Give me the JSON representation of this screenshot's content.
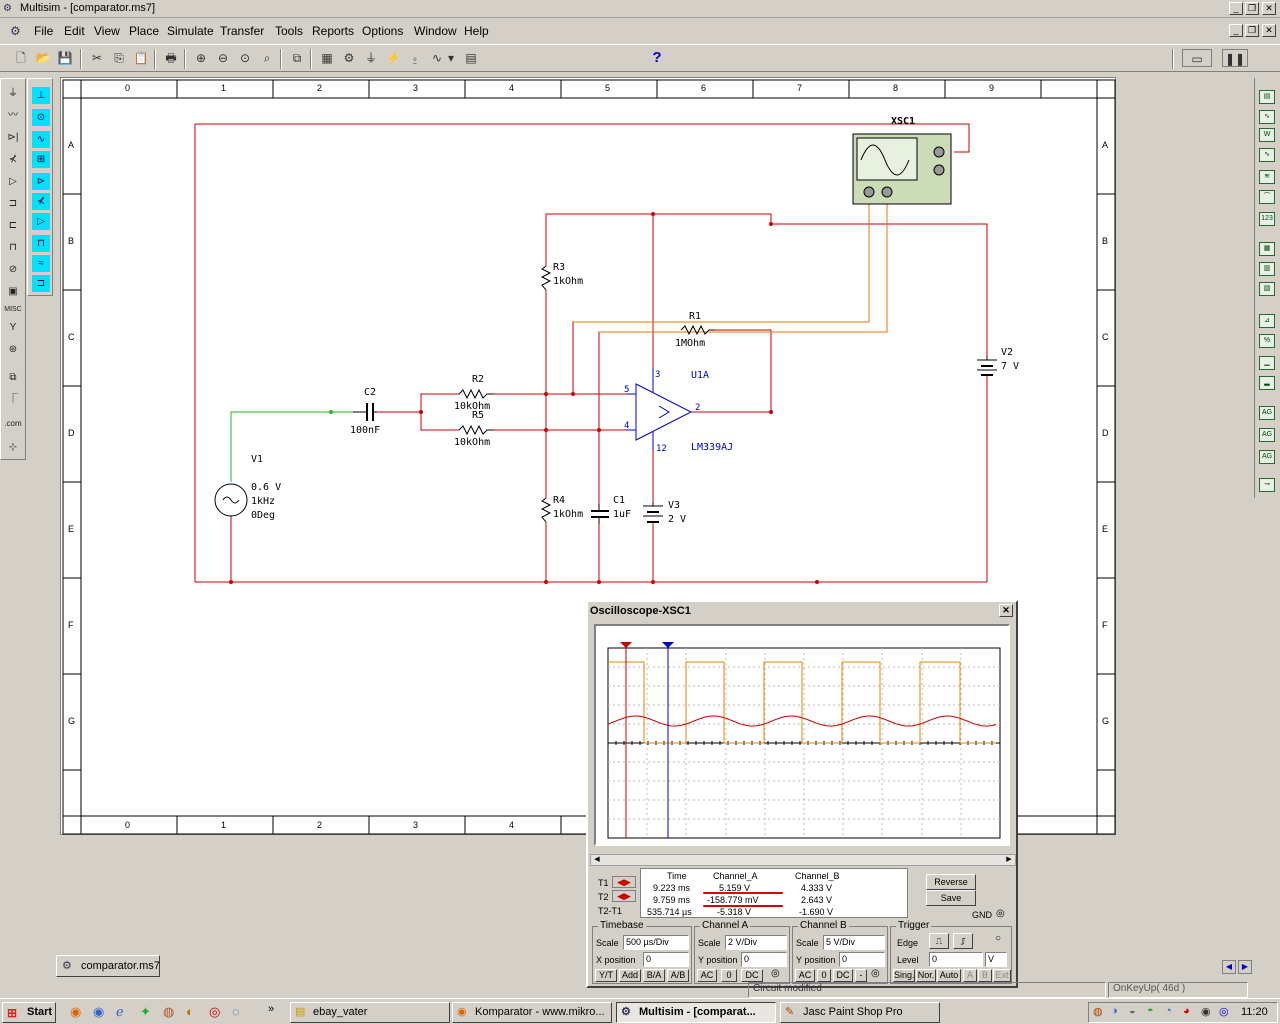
{
  "window": {
    "title": "Multisim - [comparator.ms7]"
  },
  "menu": [
    "File",
    "Edit",
    "View",
    "Place",
    "Simulate",
    "Transfer",
    "Tools",
    "Reports",
    "Options",
    "Window",
    "Help"
  ],
  "canvas": {
    "col_labels": [
      "0",
      "1",
      "2",
      "3",
      "4",
      "5",
      "6",
      "7",
      "8",
      "9"
    ],
    "row_labels": [
      "A",
      "B",
      "C",
      "D",
      "E",
      "F",
      "G"
    ],
    "bottom_col_labels": [
      "0",
      "1",
      "2",
      "3",
      "4"
    ],
    "components": {
      "xsc1": "XSC1",
      "r3": "R3",
      "r3_val": "1kOhm",
      "r1": "R1",
      "r1_val": "1MOhm",
      "r2": "R2",
      "r2_val": "10kOhm",
      "r5": "R5",
      "r5_val": "10kOhm",
      "r4": "R4",
      "r4_val": "1kOhm",
      "c2": "C2",
      "c2_val": "100nF",
      "c1": "C1",
      "c1_val": "1uF",
      "v1": "V1",
      "v1_amp": "0.6 V",
      "v1_freq": "1kHz",
      "v1_phase": "0Deg",
      "v2": "V2",
      "v2_val": "7 V",
      "v3": "V3",
      "v3_val": "2 V",
      "u1a": "U1A",
      "u1a_part": "LM339AJ",
      "pin3": "3",
      "pin5": "5",
      "pin4": "4",
      "pin2": "2",
      "pin12": "12"
    }
  },
  "oscilloscope": {
    "title": "Oscilloscope-XSC1",
    "readout_headers": {
      "time": "Time",
      "cha": "Channel_A",
      "chb": "Channel_B"
    },
    "rows": [
      {
        "label": "T1",
        "time": "9.223 ms",
        "cha": "5.159 V",
        "chb": "4.333 V"
      },
      {
        "label": "T2",
        "time": "9.759 ms",
        "cha": "-158.779 mV",
        "chb": "2.643 V"
      },
      {
        "label": "T2-T1",
        "time": "535.714 µs",
        "cha": "-5.318 V",
        "chb": "-1.690 V"
      }
    ],
    "reverse": "Reverse",
    "save": "Save",
    "gnd": "GND",
    "timebase": {
      "title": "Timebase",
      "scale_label": "Scale",
      "scale": "500 µs/Div",
      "xpos_label": "X position",
      "xpos": "0",
      "buttons": [
        "Y/T",
        "Add",
        "B/A",
        "A/B"
      ]
    },
    "channel_a": {
      "title": "Channel A",
      "scale_label": "Scale",
      "scale": "2  V/Div",
      "ypos_label": "Y position",
      "ypos": "0",
      "buttons": [
        "AC",
        "0",
        "DC"
      ]
    },
    "channel_b": {
      "title": "Channel B",
      "scale_label": "Scale",
      "scale": "5  V/Div",
      "ypos_label": "Y position",
      "ypos": "0",
      "buttons": [
        "AC",
        "0",
        "DC",
        "-"
      ]
    },
    "trigger": {
      "title": "Trigger",
      "edge_label": "Edge",
      "level_label": "Level",
      "level": "0",
      "unit": "V",
      "buttons": [
        "Sing.",
        "Nor.",
        "Auto",
        "A",
        "B",
        "Ext"
      ]
    },
    "colors": {
      "channel_a": "#cc0000",
      "channel_b": "#e08a00",
      "cursor1": "#cc0000",
      "cursor2": "#0000cc"
    }
  },
  "doc_tab": "comparator.ms7",
  "status": {
    "left": "Circuit modified",
    "right": "OnKeyUp( 46d )"
  },
  "taskbar": {
    "start": "Start",
    "tasks": [
      "ebay_vater",
      "Komparator - www.mikro...",
      "Multisim - [comparat...",
      "Jasc Paint Shop Pro"
    ],
    "clock": "11:20"
  }
}
